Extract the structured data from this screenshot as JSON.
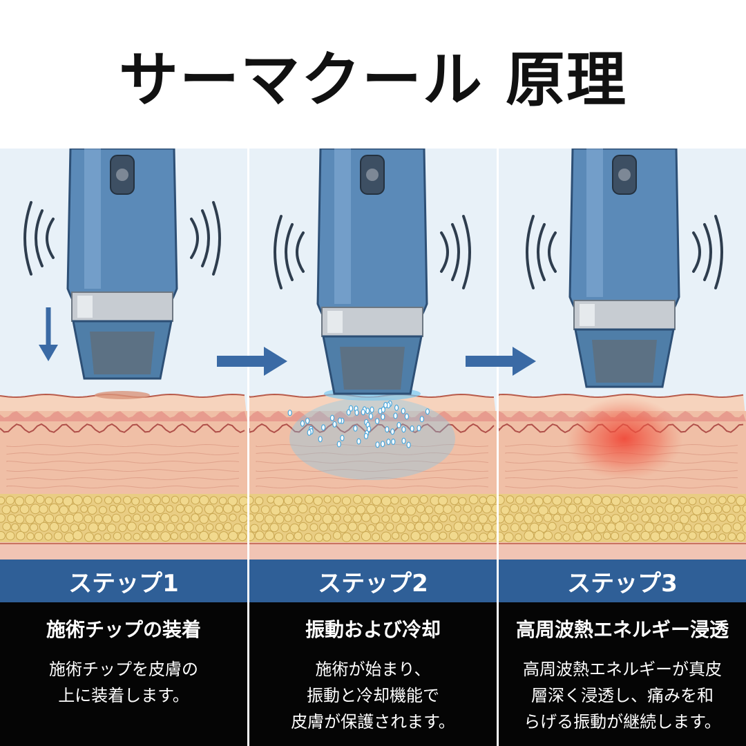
{
  "title": "サーマクール 原理",
  "colors": {
    "panel_bg": "#e8f1f8",
    "step_bar": "#2f5f97",
    "desc_bg": "#050505",
    "handpiece_blue": "#5b8ab8",
    "arrow_blue": "#3a6aa5",
    "skin": "#f1c3aa",
    "fat": "#e7c97a",
    "cooling": "#7cc8ee",
    "heat": "#f04a3a"
  },
  "icons": {
    "handpiece": "handpiece-icon",
    "vibration": "vibration-waves-icon",
    "down_arrow": "arrow-down-icon",
    "flow_arrow": "arrow-right-icon"
  },
  "steps": [
    {
      "label": "ステップ1",
      "title": "施術チップの装着",
      "body": "施術チップを皮膚の\n上に装着します。",
      "effect": "contact"
    },
    {
      "label": "ステップ2",
      "title": "振動および冷却",
      "body": "施術が始まり、\n振動と冷却機能で\n皮膚が保護されます。",
      "effect": "cooling"
    },
    {
      "label": "ステップ3",
      "title": "高周波熱エネルギー浸透",
      "body": "高周波熱エネルギーが真皮\n層深く浸透し、痛みを和\nらげる振動が継続します。",
      "effect": "heating"
    }
  ]
}
